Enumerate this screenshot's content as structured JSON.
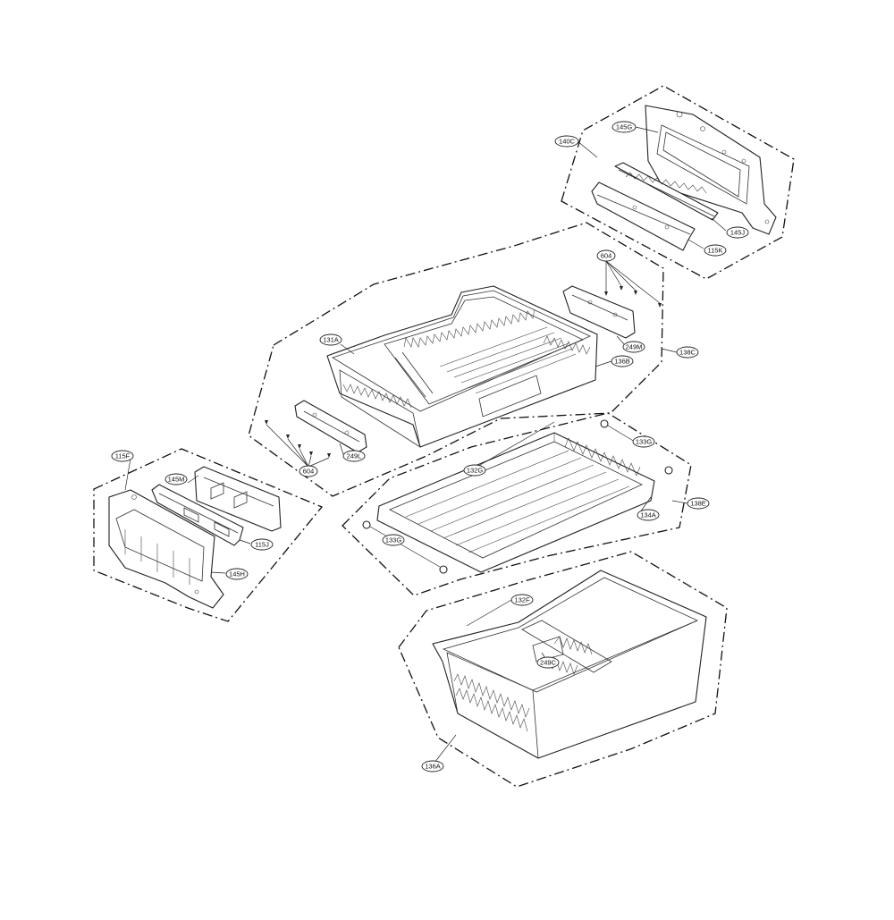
{
  "callouts": {
    "c140c": "140C",
    "c145g": "145G",
    "c145j_top": "145J",
    "c115k": "115K",
    "c604_top": "604",
    "c249m": "249M",
    "c138c": "138C",
    "c136b": "136B",
    "c131a": "131A",
    "c604_left": "604",
    "c249l": "249L",
    "c115f": "115F",
    "c145m": "145M",
    "c115j": "115J",
    "c145h": "145H",
    "c132g": "132G",
    "c133g_top": "133G",
    "c134a": "134A",
    "c138e": "138E",
    "c133g_left": "133G",
    "c132f": "132F",
    "c249c": "249C",
    "c136a": "136A"
  }
}
